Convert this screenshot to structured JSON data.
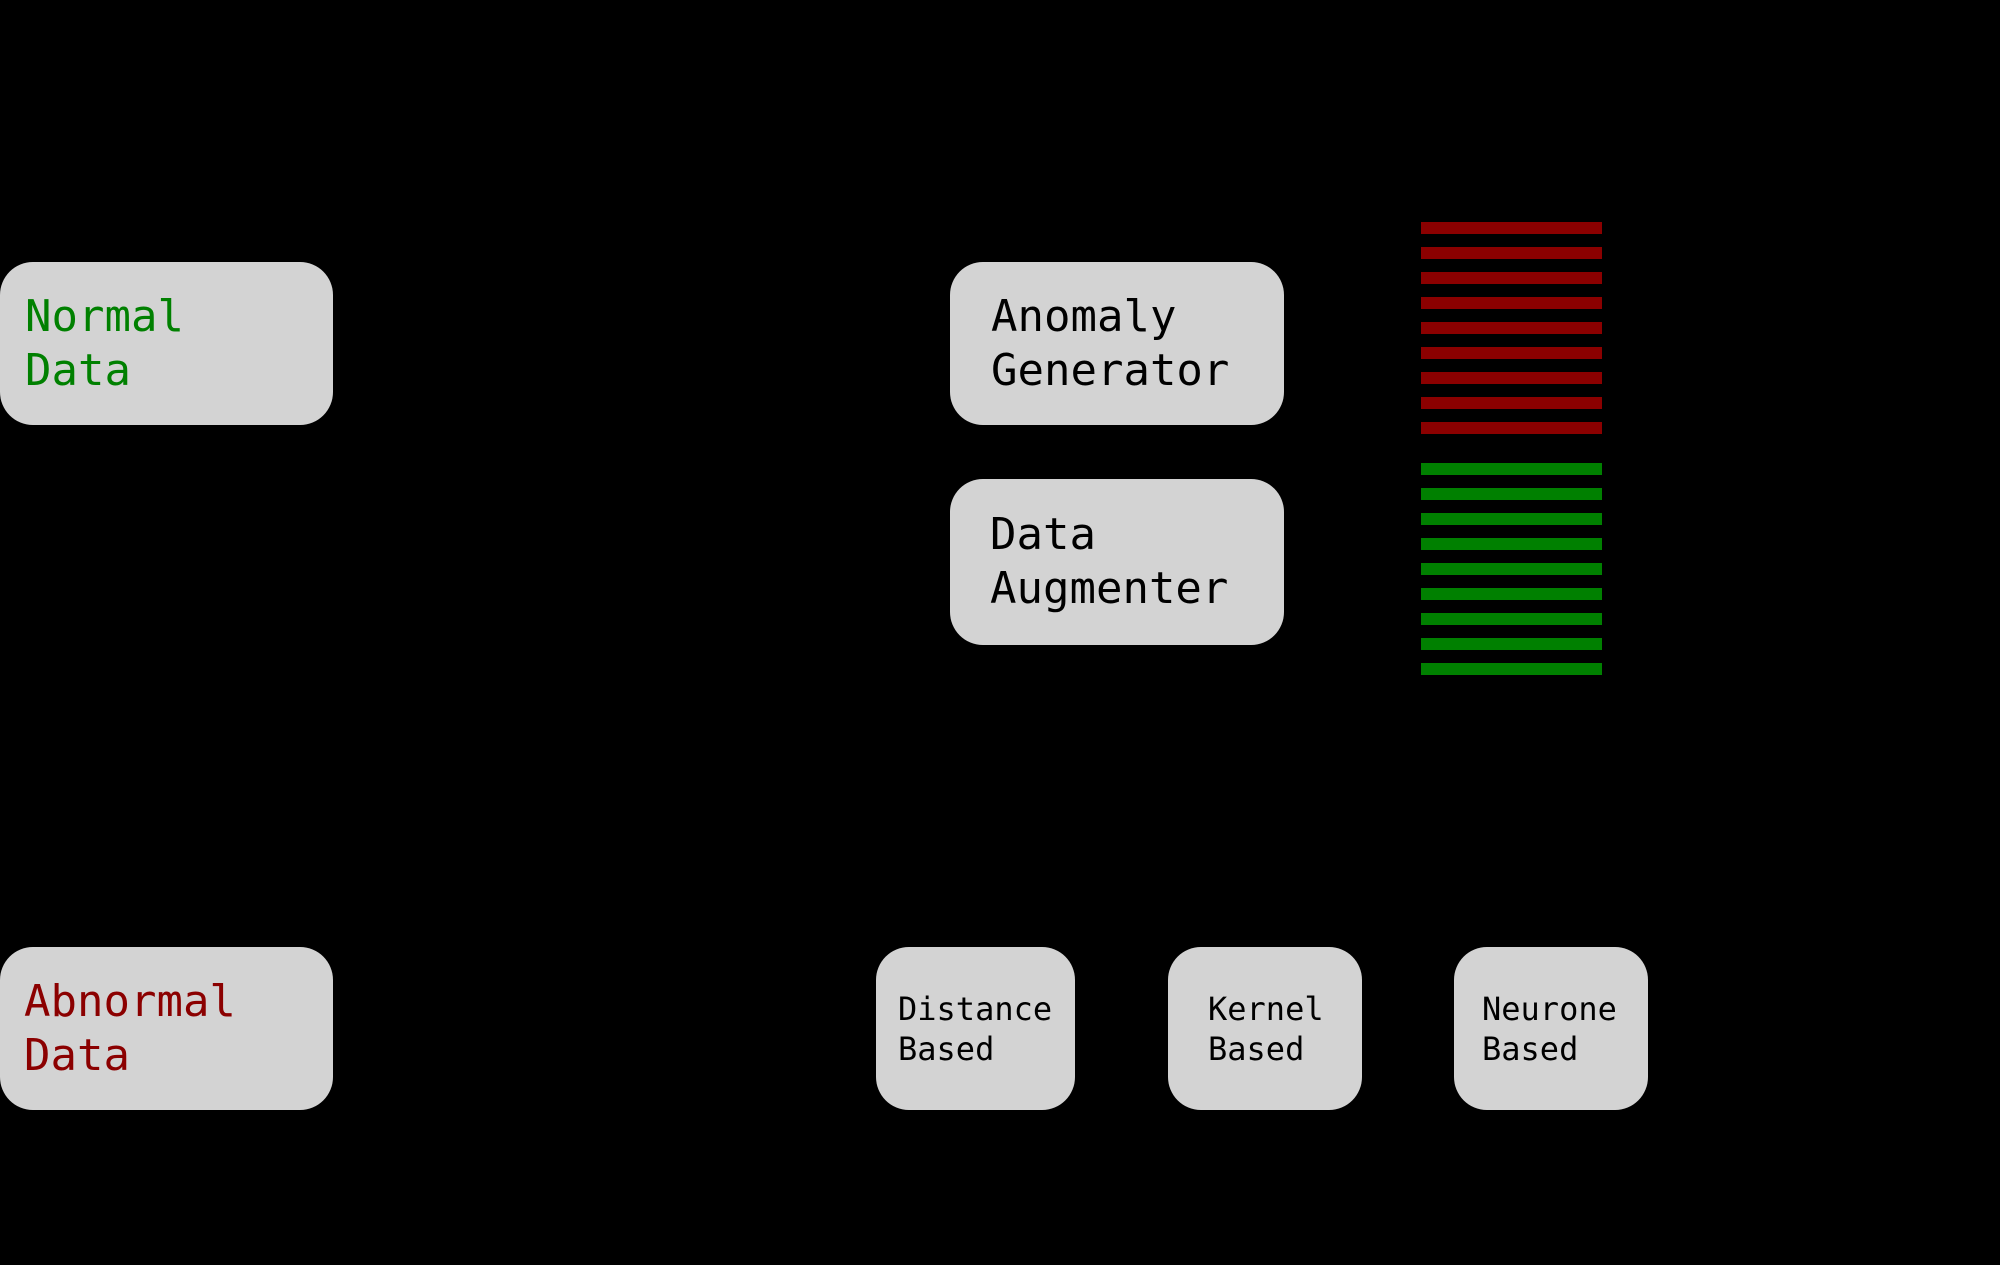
{
  "colors": {
    "background": "#000000",
    "node_fill": "#d3d3d3",
    "normal_green": "#008000",
    "abnormal_red": "#8b0000",
    "label_black": "#000000"
  },
  "nodes": {
    "normal_data": {
      "line1": "Normal",
      "line2": "Data",
      "color": "#008000"
    },
    "abnormal_data": {
      "line1": "Abnormal",
      "line2": "Data",
      "color": "#8b0000"
    },
    "anomaly_generator": {
      "line1": "Anomaly",
      "line2": "Generator",
      "color": "#000000"
    },
    "data_augmenter": {
      "line1": "Data",
      "line2": "Augmenter",
      "color": "#000000"
    },
    "distance_based": {
      "line1": "Distance",
      "line2": "Based",
      "color": "#000000"
    },
    "kernel_based": {
      "line1": "Kernel",
      "line2": "Based",
      "color": "#000000"
    },
    "neurone_based": {
      "line1": "Neurone",
      "line2": "Based",
      "color": "#000000"
    }
  },
  "stripes": {
    "abnormal_group": {
      "count": 9,
      "color": "#8b0000"
    },
    "normal_group": {
      "count": 9,
      "color": "#008000"
    }
  }
}
